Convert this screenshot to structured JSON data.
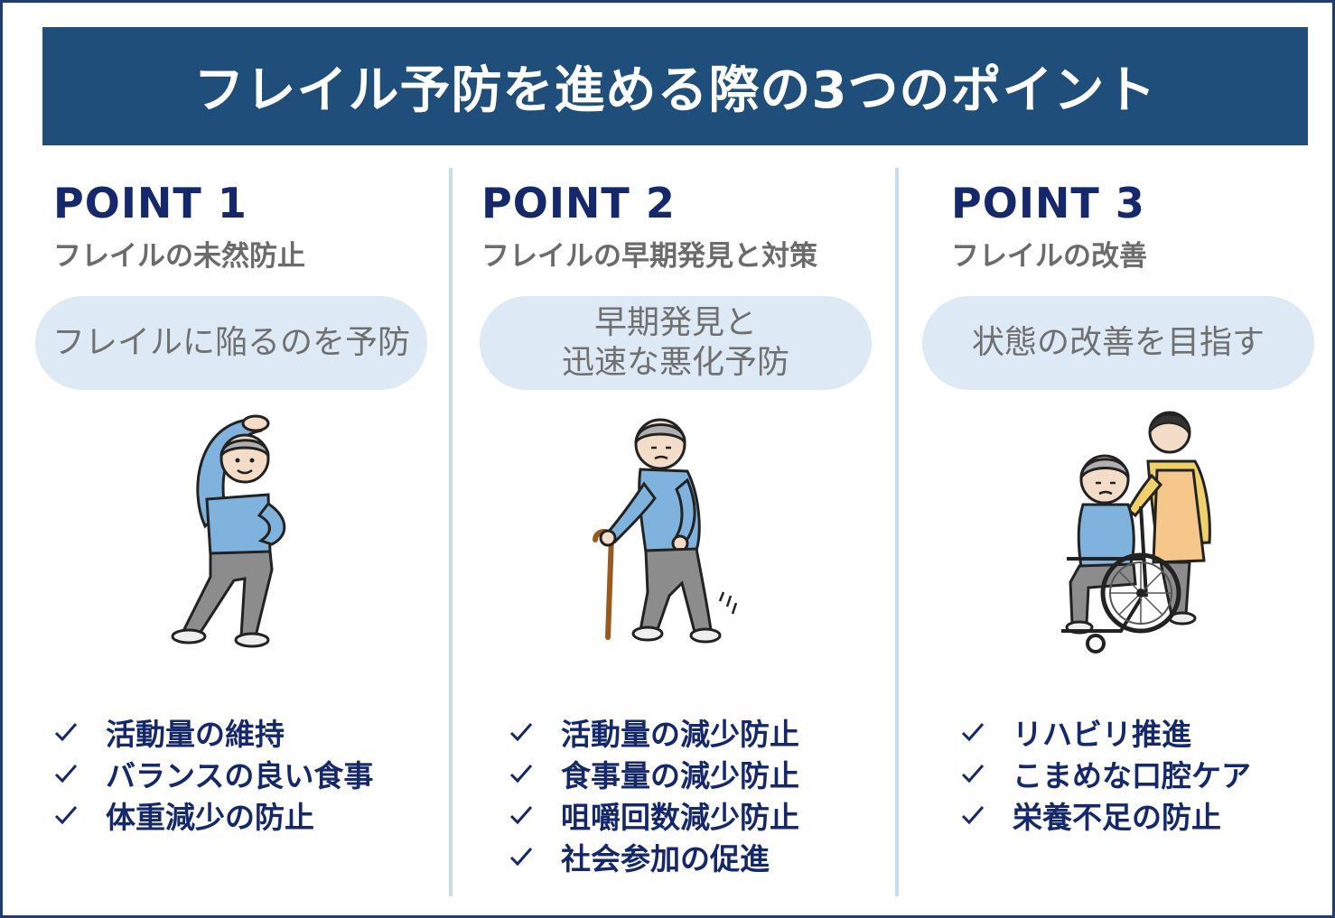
{
  "header": {
    "title": "フレイル予防を進める際の3つのポイント"
  },
  "points": [
    {
      "label": "POINT 1",
      "subtitle": "フレイルの未然防止",
      "pill": [
        "フレイルに陥るのを予防"
      ],
      "illustration": "stretching-elder-icon",
      "items": [
        "活動量の維持",
        "バランスの良い食事",
        "体重減少の防止"
      ]
    },
    {
      "label": "POINT 2",
      "subtitle": "フレイルの早期発見と対策",
      "pill": [
        "早期発見と",
        "迅速な悪化予防"
      ],
      "illustration": "cane-elder-icon",
      "items": [
        "活動量の減少防止",
        "食事量の減少防止",
        "咀嚼回数減少防止",
        "社会参加の促進"
      ]
    },
    {
      "label": "POINT 3",
      "subtitle": "フレイルの改善",
      "pill": [
        "状態の改善を目指す"
      ],
      "illustration": "wheelchair-caregiver-icon",
      "items": [
        "リハビリ推進",
        "こまめな口腔ケア",
        "栄養不足の防止"
      ]
    }
  ],
  "colors": {
    "banner": "#1f4e7a",
    "point_label": "#14286b",
    "subtitle": "#6b6b6b",
    "pill_bg": "#dde9f5",
    "pill_text": "#707070",
    "divider": "#c9dcee",
    "shirt": "#7fb3dd",
    "pants": "#8c8c8c",
    "apron": "#f5c78a"
  }
}
